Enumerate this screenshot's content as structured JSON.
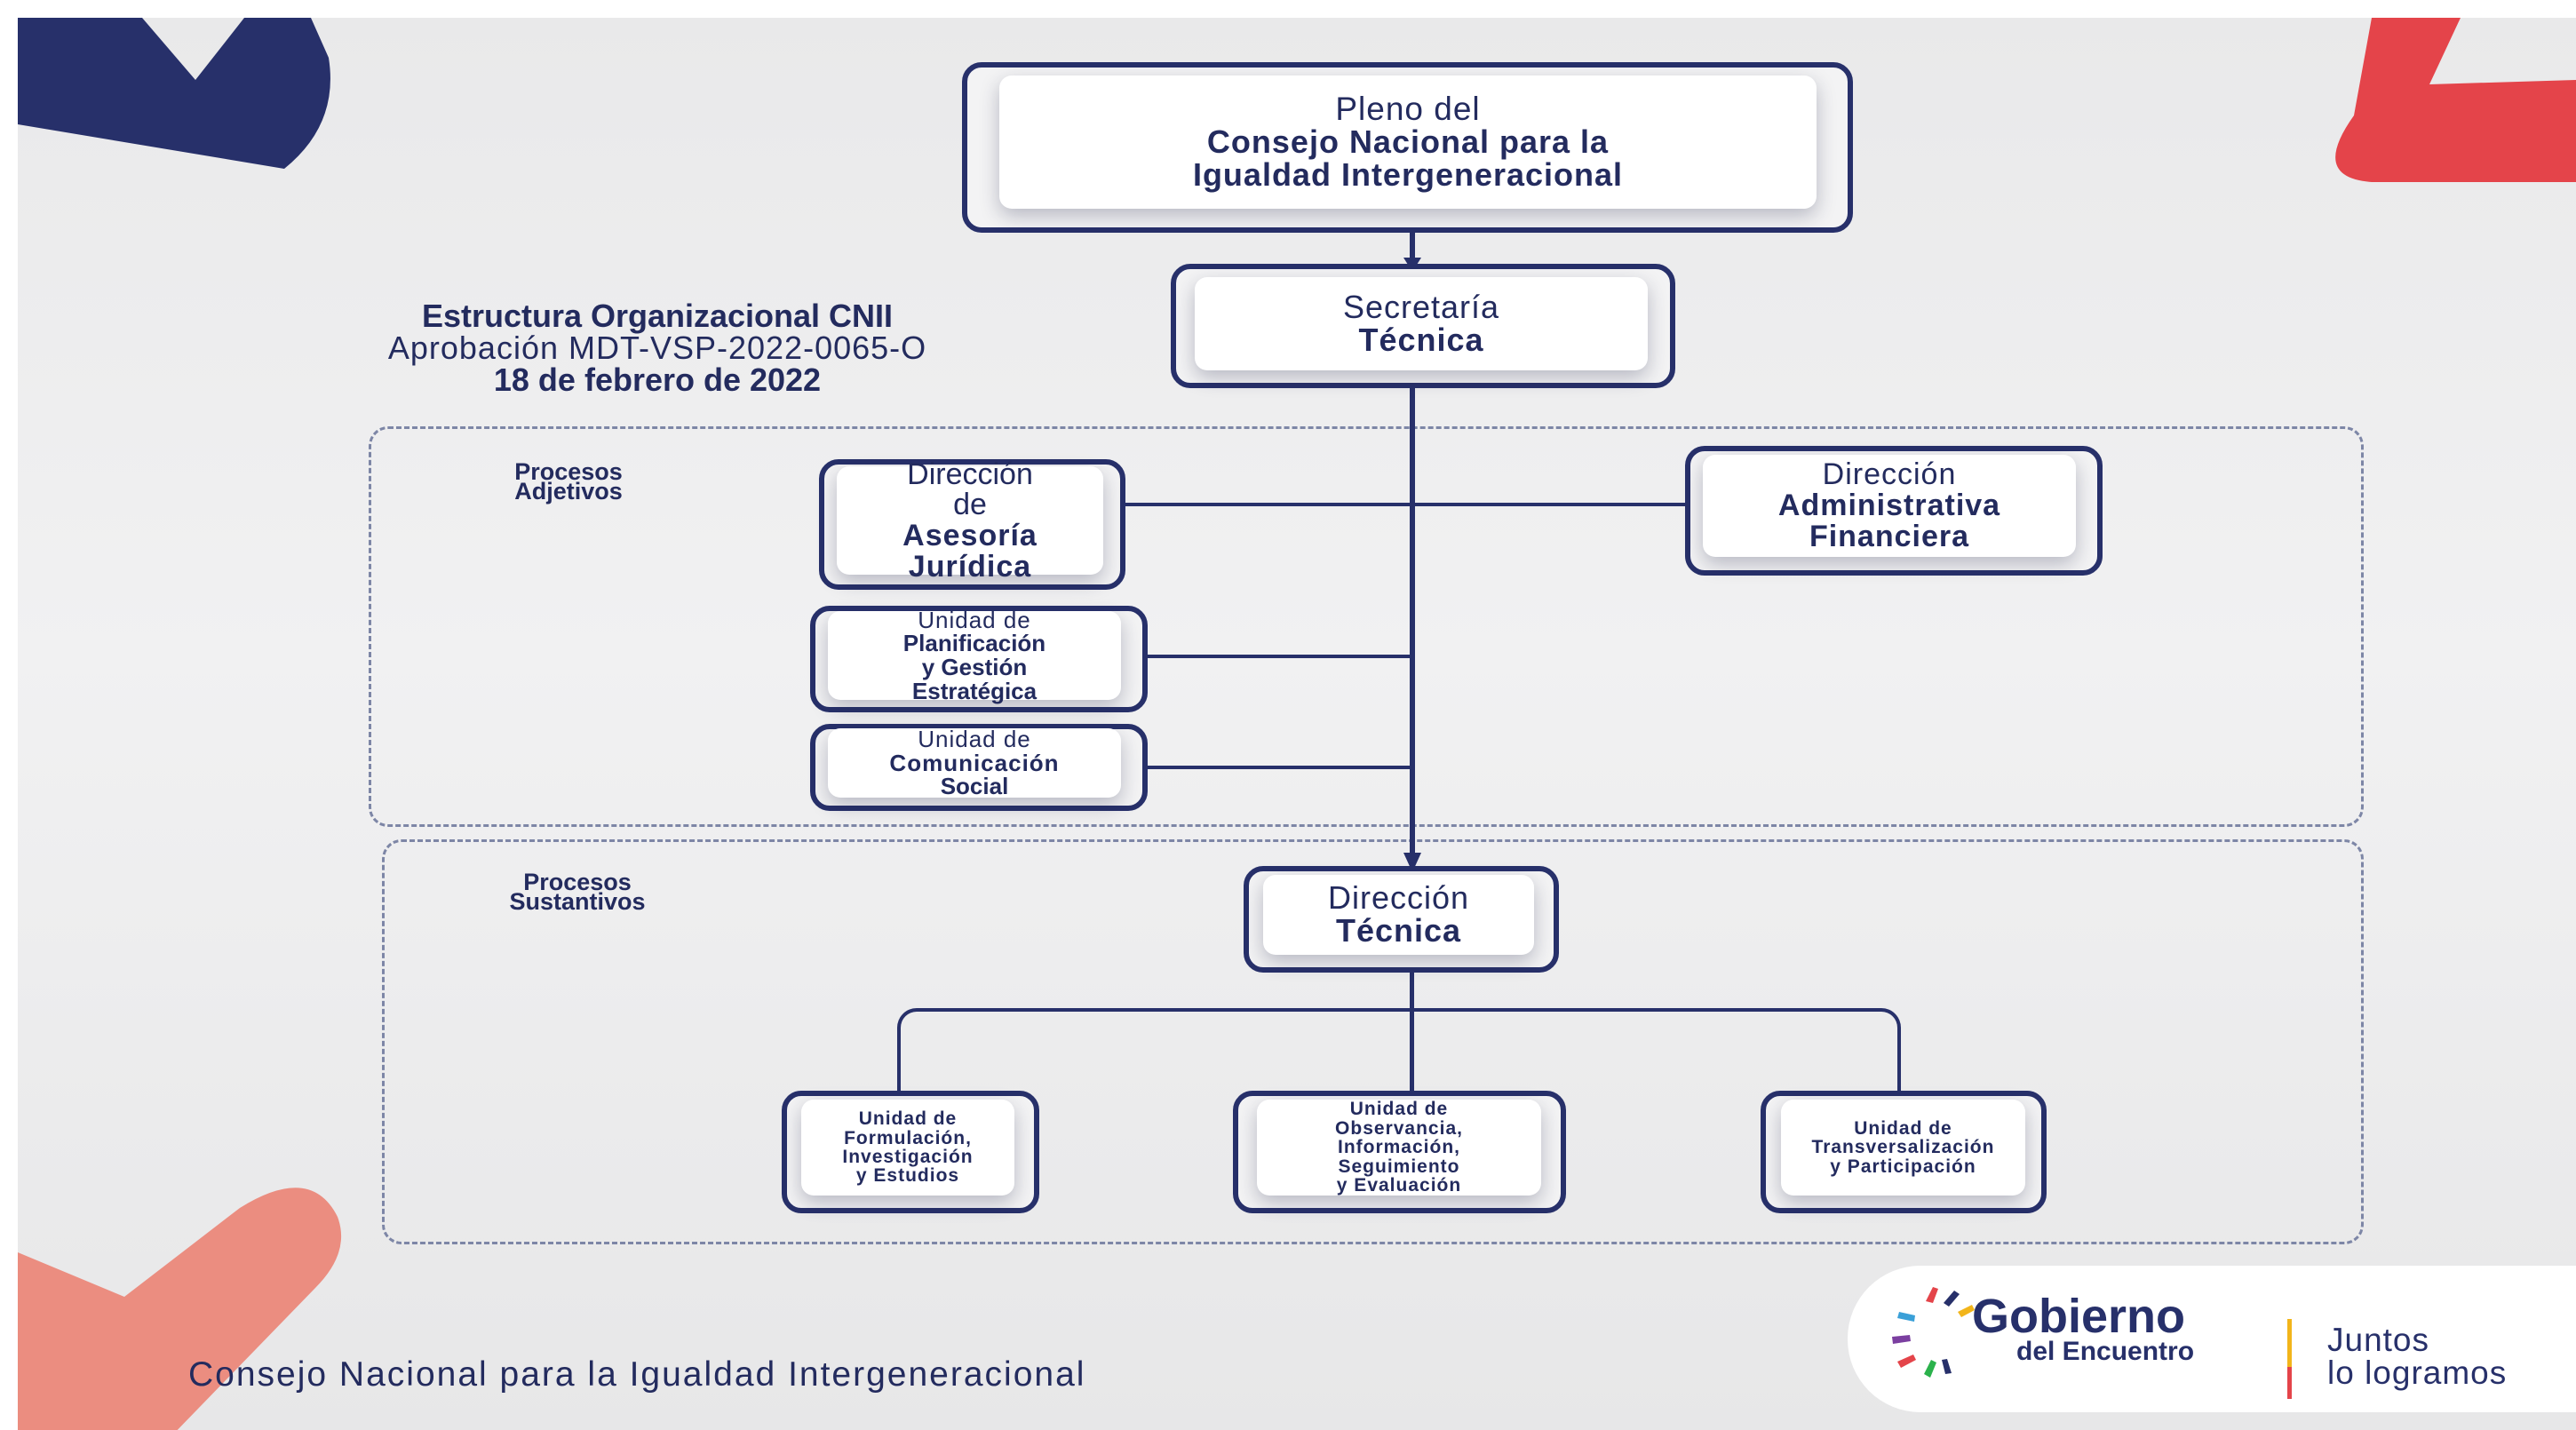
{
  "colors": {
    "navy": "#27306a",
    "red_accent": "#e4444a",
    "salmon_accent": "#eb8d80",
    "background": "#ececed"
  },
  "header": {
    "title": "Estructura Organizacional CNII",
    "approval": "Aprobación MDT-VSP-2022-0065-O",
    "date": "18 de febrero de 2022"
  },
  "pleno": {
    "line1": "Pleno del",
    "line2": "Consejo Nacional para la",
    "line3": "Igualdad Intergeneracional"
  },
  "secretaria": {
    "line1": "Secretaría",
    "line2": "Técnica"
  },
  "sections": {
    "adjetivos": {
      "line1": "Procesos",
      "line2": "Adjetivos"
    },
    "sustantivos": {
      "line1": "Procesos",
      "line2": "Sustantivos"
    }
  },
  "juridica": {
    "line1": "Dirección",
    "line2": "de",
    "line3": "Asesoría",
    "line4": "Jurídica"
  },
  "administrativa": {
    "line1": "Dirección",
    "line2": "Administrativa",
    "line3": "Financiera"
  },
  "planificacion": {
    "line1": "Unidad de",
    "line2": "Planificación",
    "line3": "y Gestión",
    "line4": "Estratégica"
  },
  "comunicacion": {
    "line1": "Unidad de",
    "line2": "Comunicación",
    "line3": "Social"
  },
  "direccion_tecnica": {
    "line1": "Dirección",
    "line2": "Técnica"
  },
  "formulacion": {
    "line1": "Unidad de",
    "line2": "Formulación,",
    "line3": "Investigación",
    "line4": "y Estudios"
  },
  "observancia": {
    "line1": "Unidad de",
    "line2": "Observancia,",
    "line3": "Información,",
    "line4": "Seguimiento",
    "line5": "y Evaluación"
  },
  "transversalizacion": {
    "line1": "Unidad de",
    "line2": "Transversalización",
    "line3": "y Participación"
  },
  "footer": {
    "institution": "Consejo Nacional para la Igualdad Intergeneracional"
  },
  "logo": {
    "name_line1": "Gobierno",
    "name_line2": "del Encuentro",
    "slogan_line1": "Juntos",
    "slogan_line2": "lo logramos"
  }
}
